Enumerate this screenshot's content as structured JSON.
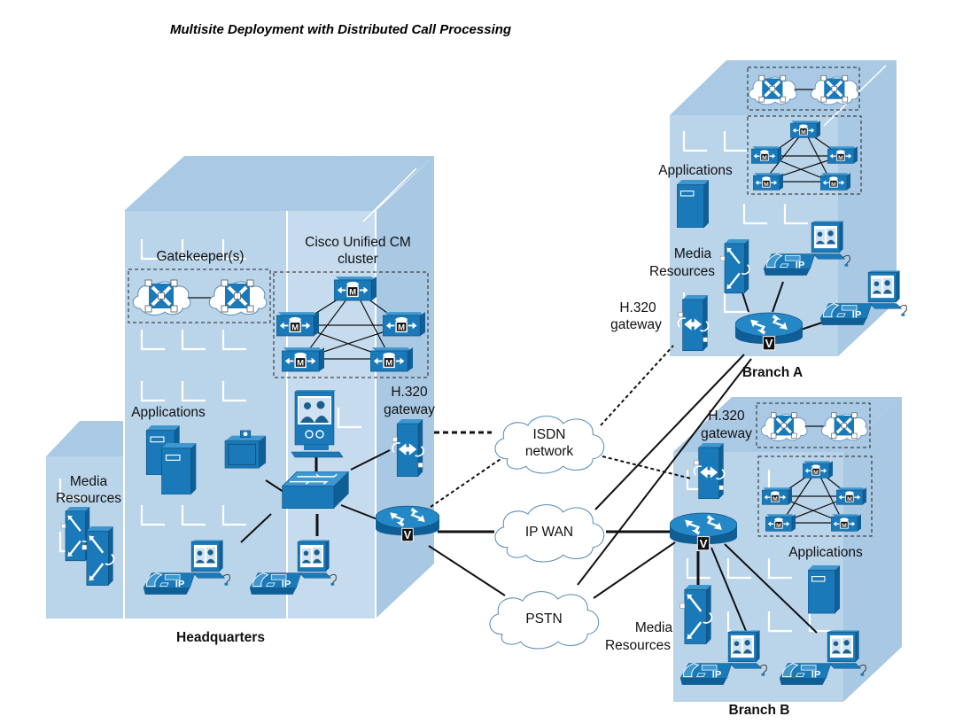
{
  "title": "Multisite Deployment with Distributed Call Processing",
  "sites": {
    "headquarters": {
      "label": "Headquarters",
      "gatekeeper_label": "Gatekeeper(s)",
      "cluster_label_line1": "Cisco Unified CM",
      "cluster_label_line2": "cluster",
      "applications_label": "Applications",
      "media_label_line1": "Media",
      "media_label_line2": "Resources",
      "gateway_label_line1": "H.320",
      "gateway_label_line2": "gateway"
    },
    "branch_a": {
      "label": "Branch A",
      "applications_label": "Applications",
      "media_label_line1": "Media",
      "media_label_line2": "Resources",
      "gateway_label_line1": "H.320",
      "gateway_label_line2": "gateway"
    },
    "branch_b": {
      "label": "Branch B",
      "applications_label": "Applications",
      "media_label_line1": "Media",
      "media_label_line2": "Resources",
      "gateway_label_line1": "H.320",
      "gateway_label_line2": "gateway"
    }
  },
  "networks": {
    "isdn_line1": "ISDN",
    "isdn_line2": "network",
    "ipwan": "IP WAN",
    "pstn": "PSTN"
  },
  "icons": {
    "router_badge": "V",
    "cm_badge": "M",
    "phone_badge": "IP"
  },
  "colors": {
    "building": "#bad4ea",
    "device": "#1a7ab9",
    "cloud_stroke": "#5a8db8"
  }
}
